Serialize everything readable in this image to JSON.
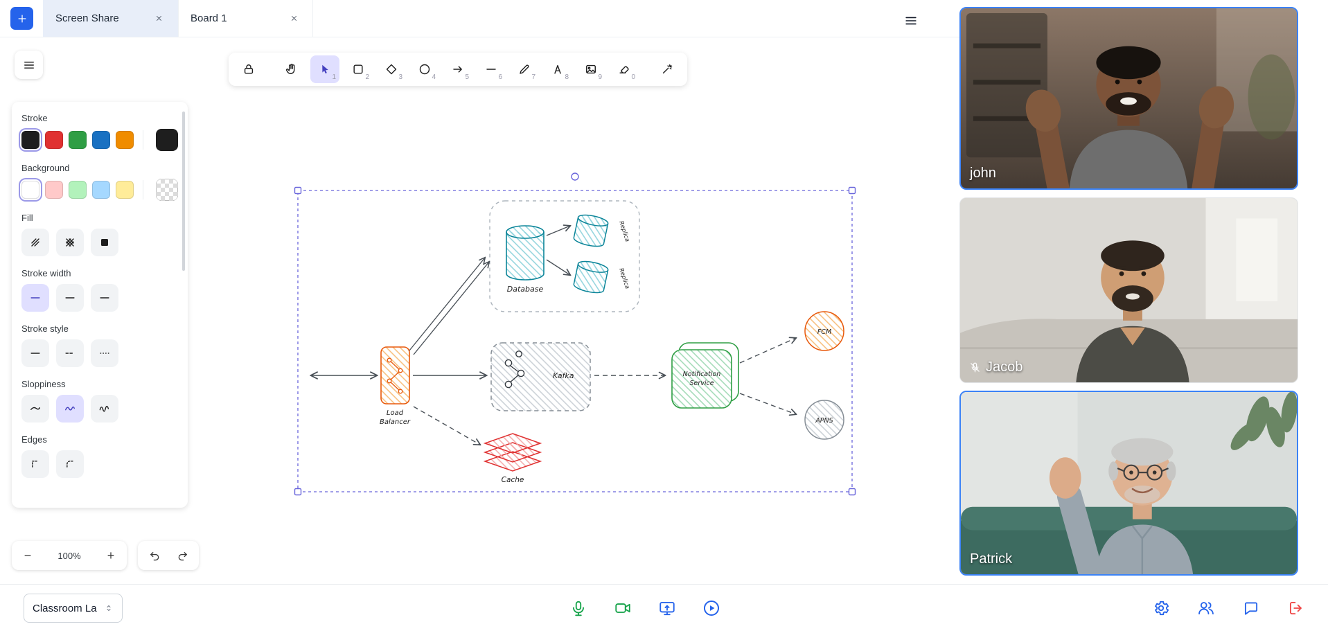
{
  "tabs": {
    "screen_share": "Screen Share",
    "board": "Board 1"
  },
  "toolbar": {
    "tools": [
      {
        "icon": "lock",
        "shortcut": ""
      },
      {
        "icon": "hand",
        "shortcut": ""
      },
      {
        "icon": "selection",
        "shortcut": "1"
      },
      {
        "icon": "rectangle",
        "shortcut": "2"
      },
      {
        "icon": "diamond",
        "shortcut": "3"
      },
      {
        "icon": "ellipse",
        "shortcut": "4"
      },
      {
        "icon": "arrow",
        "shortcut": "5"
      },
      {
        "icon": "line",
        "shortcut": "6"
      },
      {
        "icon": "draw",
        "shortcut": "7"
      },
      {
        "icon": "text",
        "shortcut": "8"
      },
      {
        "icon": "image",
        "shortcut": "9"
      },
      {
        "icon": "eraser",
        "shortcut": "0"
      },
      {
        "icon": "more-tools",
        "shortcut": ""
      }
    ]
  },
  "panel": {
    "stroke_label": "Stroke",
    "background_label": "Background",
    "fill_label": "Fill",
    "stroke_width_label": "Stroke width",
    "stroke_style_label": "Stroke style",
    "sloppiness_label": "Sloppiness",
    "edges_label": "Edges",
    "stroke_colors": [
      "#1e1e1e",
      "#e03131",
      "#2f9e44",
      "#1971c2",
      "#f08c00"
    ],
    "stroke_current": "#1e1e1e",
    "background_colors": [
      "transparent",
      "#ffc9c9",
      "#b2f2bb",
      "#a5d8ff",
      "#ffec99"
    ],
    "background_current": "transparent"
  },
  "canvas_controls": {
    "zoom_out": "−",
    "zoom_value": "100%",
    "zoom_in": "+"
  },
  "diagram": {
    "database_label": "Database",
    "replica_top_label": "Replica",
    "replica_bottom_label": "Replica",
    "load_balancer_label_1": "Load",
    "load_balancer_label_2": "Balancer",
    "kafka_label": "Kafka",
    "notification_label_1": "Notification",
    "notification_label_2": "Service",
    "fcm_label": "FCM",
    "apns_label": "APNS",
    "cache_label": "Cache"
  },
  "bottom_bar": {
    "layout_selector": "Classroom La"
  },
  "participants": {
    "john": {
      "name": "john",
      "muted": false
    },
    "jacob": {
      "name": "Jacob",
      "muted": true
    },
    "patrick": {
      "name": "Patrick",
      "muted": false
    }
  },
  "colors": {
    "accent_blue": "#2563eb",
    "tool_active_bg": "#e0dfff",
    "selection_purple": "#6965db",
    "mic_green": "#16a34a",
    "camera_green": "#16a34a",
    "leave_red": "#ef4444",
    "tile_active_border": "#3b82f6"
  }
}
